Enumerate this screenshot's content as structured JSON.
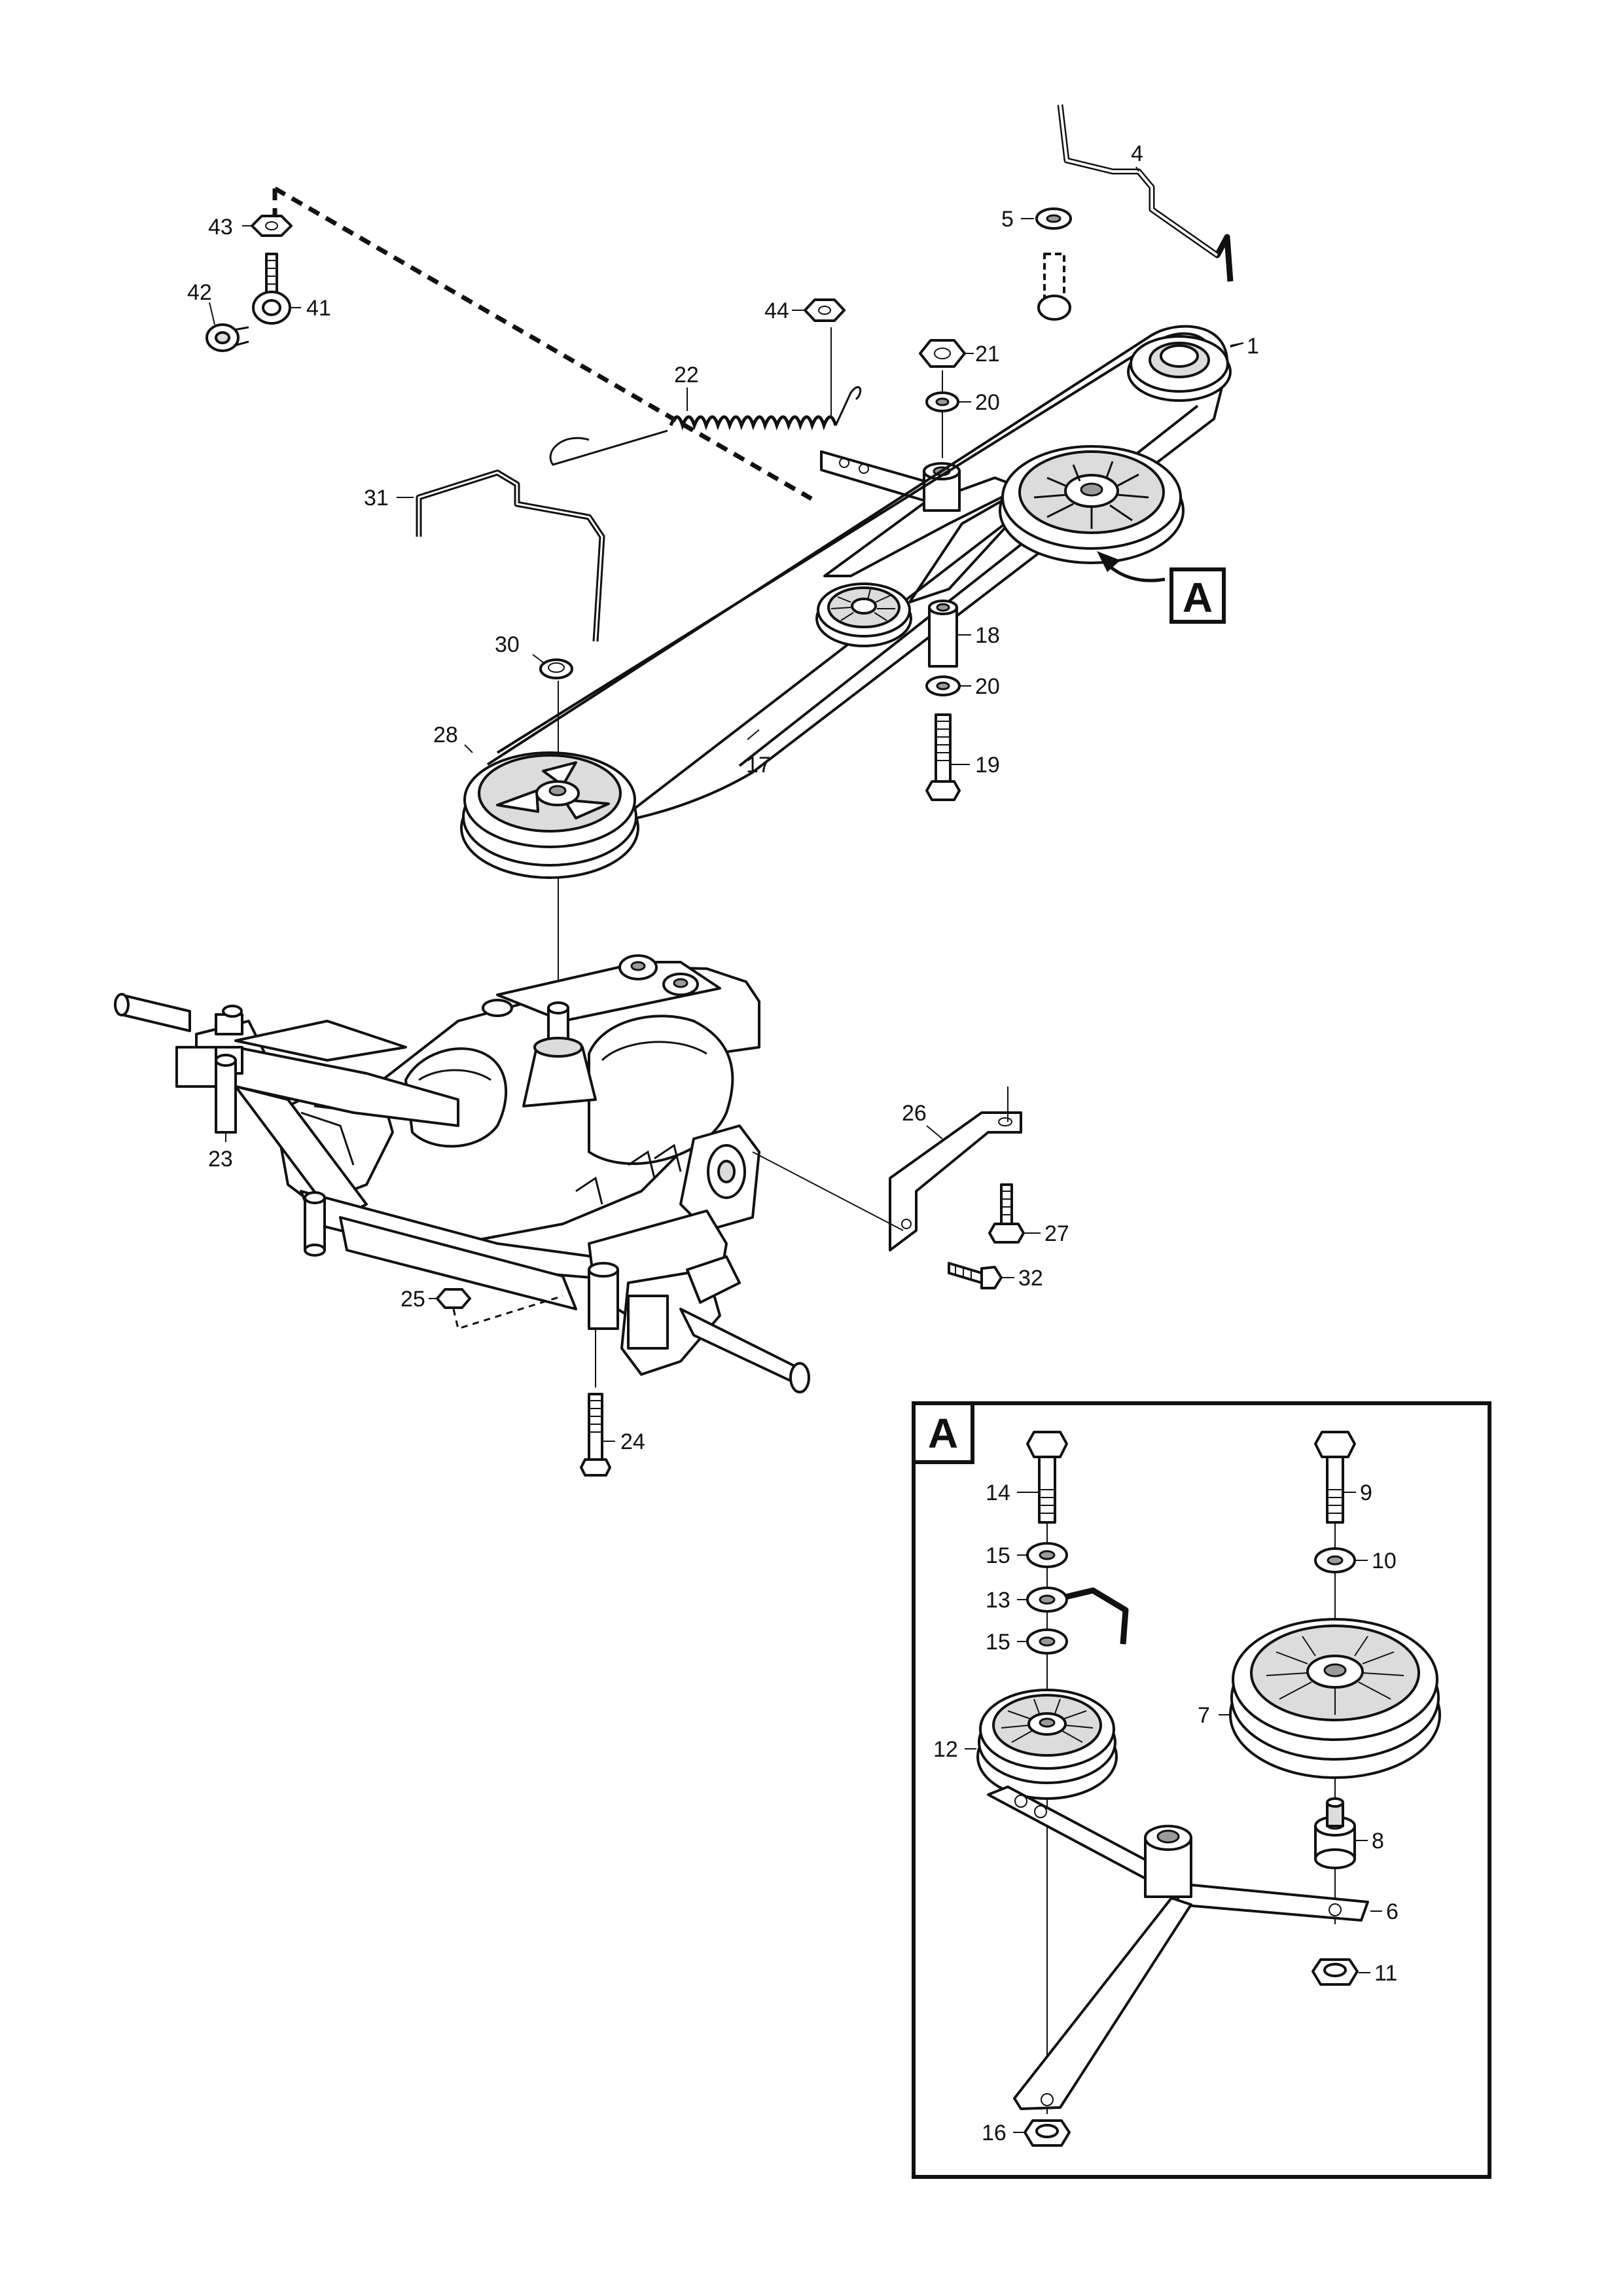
{
  "diagram": {
    "callouts": {
      "c1": "1",
      "c4": "4",
      "c5": "5",
      "c17": "17",
      "c18": "18",
      "c19": "19",
      "c20a": "20",
      "c20b": "20",
      "c21": "21",
      "c22": "22",
      "c23": "23",
      "c24": "24",
      "c25": "25",
      "c26": "26",
      "c27": "27",
      "c28": "28",
      "c30": "30",
      "c31": "31",
      "c32": "32",
      "c41": "41",
      "c42": "42",
      "c43": "43",
      "c44": "44"
    },
    "detail_ref_label": "A",
    "detail": {
      "title": "A",
      "callouts": {
        "d6": "6",
        "d7": "7",
        "d8": "8",
        "d9": "9",
        "d10": "10",
        "d11": "11",
        "d12": "12",
        "d13": "13",
        "d14": "14",
        "d15a": "15",
        "d15b": "15",
        "d16": "16"
      }
    }
  }
}
